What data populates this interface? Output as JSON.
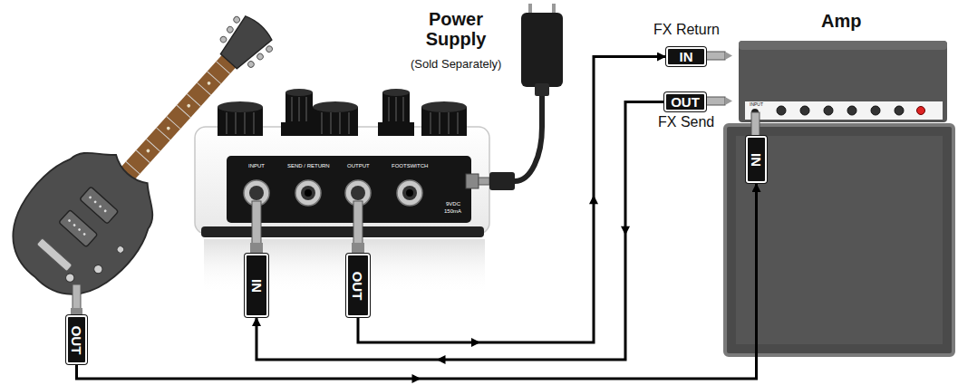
{
  "diagram": {
    "nodes": [
      {
        "text": [
          "OUT"
        ]
      },
      {
        "text": [
          "IN"
        ]
      },
      {
        "text": [
          "OUT"
        ]
      },
      {
        "text": [
          "IN"
        ]
      },
      {
        "text": [
          "OUT"
        ]
      },
      {
        "text": [
          "IN"
        ]
      }
    ],
    "edges": [
      {
        "from": 0,
        "to": 5,
        "arrow": "to"
      },
      {
        "from": 4,
        "to": 1,
        "arrow": "to"
      },
      {
        "from": 2,
        "to": 3,
        "arrow": "to"
      }
    ],
    "labels": [
      "Power Supply",
      "(Sold Separately)",
      "Amp",
      "FX Return",
      "FX Send",
      "INPUT",
      "SEND / RETURN",
      "OUTPUT",
      "FOOTSWITCH",
      "9VDC",
      "150mA",
      "INPUT"
    ]
  }
}
